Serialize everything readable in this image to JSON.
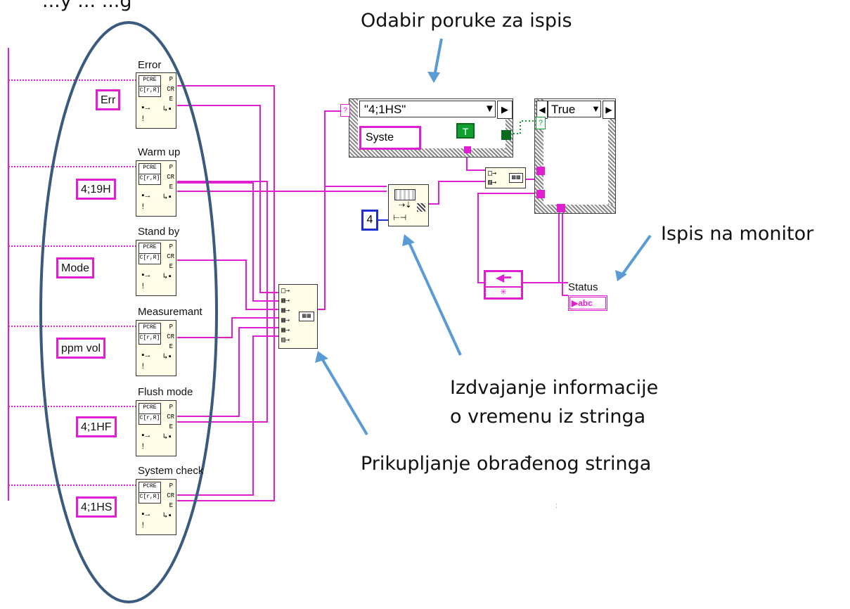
{
  "annotations": {
    "top_partial": "...y ... ...g",
    "select_message": "Odabir poruke za ispis",
    "print_monitor": "Ispis na monitor",
    "extract_time": [
      "Izdvajanje informacije",
      "o vremenu iz stringa"
    ],
    "collect_string": "Prikupljanje obrađenog stringa"
  },
  "pcre_nodes": [
    {
      "label": "Error",
      "constant": "Err"
    },
    {
      "label": "Warm up",
      "constant": "4;19H"
    },
    {
      "label": "Stand by",
      "constant": "Mode"
    },
    {
      "label": "Measuremant",
      "constant": "ppm vol"
    },
    {
      "label": "Flush mode",
      "constant": "4;1HF"
    },
    {
      "label": "System check",
      "constant": "4;1HS"
    }
  ],
  "pcre_glyph": {
    "head": "PCRE",
    "row": "C[r,R]",
    "p": "P",
    "cr": "CR",
    "e": "E"
  },
  "case_structure_1": {
    "selector": "\"4;1HS\"",
    "inner_constant": "Syste",
    "bool_const": "T"
  },
  "case_structure_2": {
    "selector": "True"
  },
  "numeric_constant": "4",
  "status_indicator": {
    "label": "Status",
    "glyph": "abc"
  },
  "colors": {
    "wire": "#e020d0",
    "arrow": "#5b9bd5",
    "ellipse": "#3a5a7e",
    "numeric": "#2030d0",
    "bool": "#10a030"
  }
}
